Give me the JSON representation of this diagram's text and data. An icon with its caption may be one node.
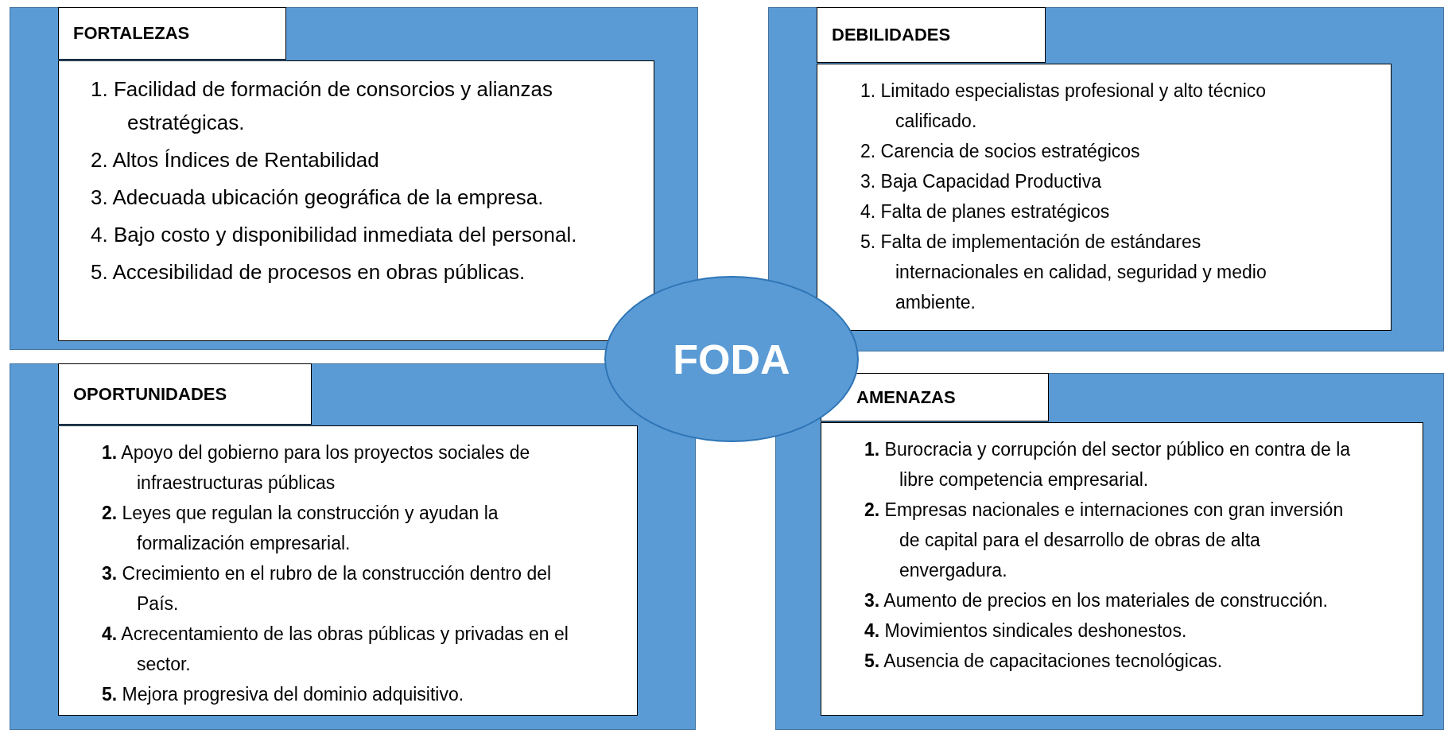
{
  "diagram": {
    "nodes": [
      {
        "text": [
          "FORTALEZAS"
        ]
      },
      {
        "text": [
          "1. Facilidad de formación de consorcios y alianzas estratégicas.",
          "2. Altos Índices de Rentabilidad",
          "3. Adecuada ubicación geográfica de la empresa.",
          "4. Bajo costo y disponibilidad inmediata del personal.",
          "5. Accesibilidad de procesos en obras públicas."
        ],
        "in": 0
      },
      {
        "text": [
          "DEBILIDADES"
        ]
      },
      {
        "text": [
          "1. Limitado especialistas profesional y alto técnico calificado.",
          "2. Carencia de socios estratégicos",
          "3. Baja Capacidad Productiva",
          "4. Falta de planes estratégicos",
          "5. Falta de implementación de estándares internacionales en calidad, seguridad y medio ambiente."
        ],
        "in": 2
      },
      {
        "text": [
          "FODA"
        ]
      },
      {
        "text": [
          "OPORTUNIDADES"
        ]
      },
      {
        "text": [
          "**1.** Apoyo del gobierno para los proyectos sociales de infraestructuras públicas",
          "**2.** Leyes que regulan la construcción y ayudan la formalización empresarial.",
          "**3.** Crecimiento en el rubro de la construcción dentro del País.",
          "**4.** Acrecentamiento de las obras públicas y privadas en el sector.",
          "**5.** Mejora progresiva del dominio adquisitivo."
        ],
        "in": 5
      },
      {
        "text": [
          "AMENAZAS"
        ]
      },
      {
        "text": [
          "**1.** Burocracia y corrupción del sector público en contra de la libre competencia empresarial.",
          "**2.** Empresas nacionales e internaciones con gran inversión de capital para el desarrollo de obras de alta envergadura.",
          "**3.** Aumento de precios en los materiales de construcción.",
          "**4.** Movimientos sindicales deshonestos.",
          "**5.** Ausencia de capacitaciones tecnológicas."
        ],
        "in": 7
      }
    ],
    "edges": []
  }
}
